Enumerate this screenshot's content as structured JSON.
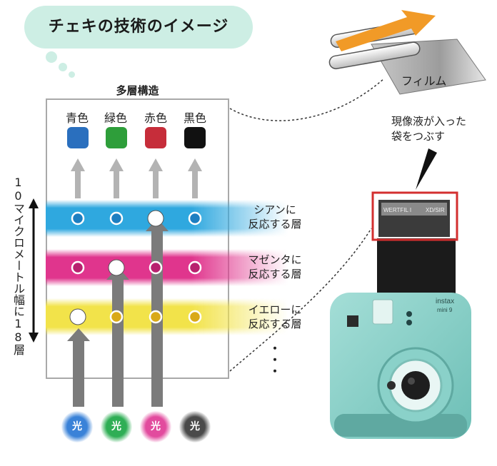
{
  "title": "チェキの技術のイメージ",
  "structure_title": "多層構造",
  "color_names": [
    "青色",
    "緑色",
    "赤色",
    "黒色"
  ],
  "swatch_colors": [
    "#2a6fbe",
    "#2e9e3a",
    "#c62d3a",
    "#111111"
  ],
  "layers": [
    {
      "label_line1": "シアンに",
      "label_line2": "反応する層",
      "band_color": "#2fa8df"
    },
    {
      "label_line1": "マゼンタに",
      "label_line2": "反応する層",
      "band_color": "#e0358d"
    },
    {
      "label_line1": "イエローに",
      "label_line2": "反応する層",
      "band_color": "#f2e34a"
    }
  ],
  "continuation": "・・・",
  "thickness_note": "10マイクロメートル幅に18層",
  "lights": [
    {
      "label": "光",
      "color": "#3a82d8"
    },
    {
      "label": "光",
      "color": "#2fae55"
    },
    {
      "label": "光",
      "color": "#e24b9e"
    },
    {
      "label": "光",
      "color": "#4a4a4a"
    }
  ],
  "film_label": "フィルム",
  "developer_note_line1": "現像液が入った",
  "developer_note_line2": "袋をつぶす",
  "camera": {
    "brand": "instax",
    "model": "mini 9",
    "window_left": "WERTFIL I",
    "window_right": "XD/SIR"
  }
}
